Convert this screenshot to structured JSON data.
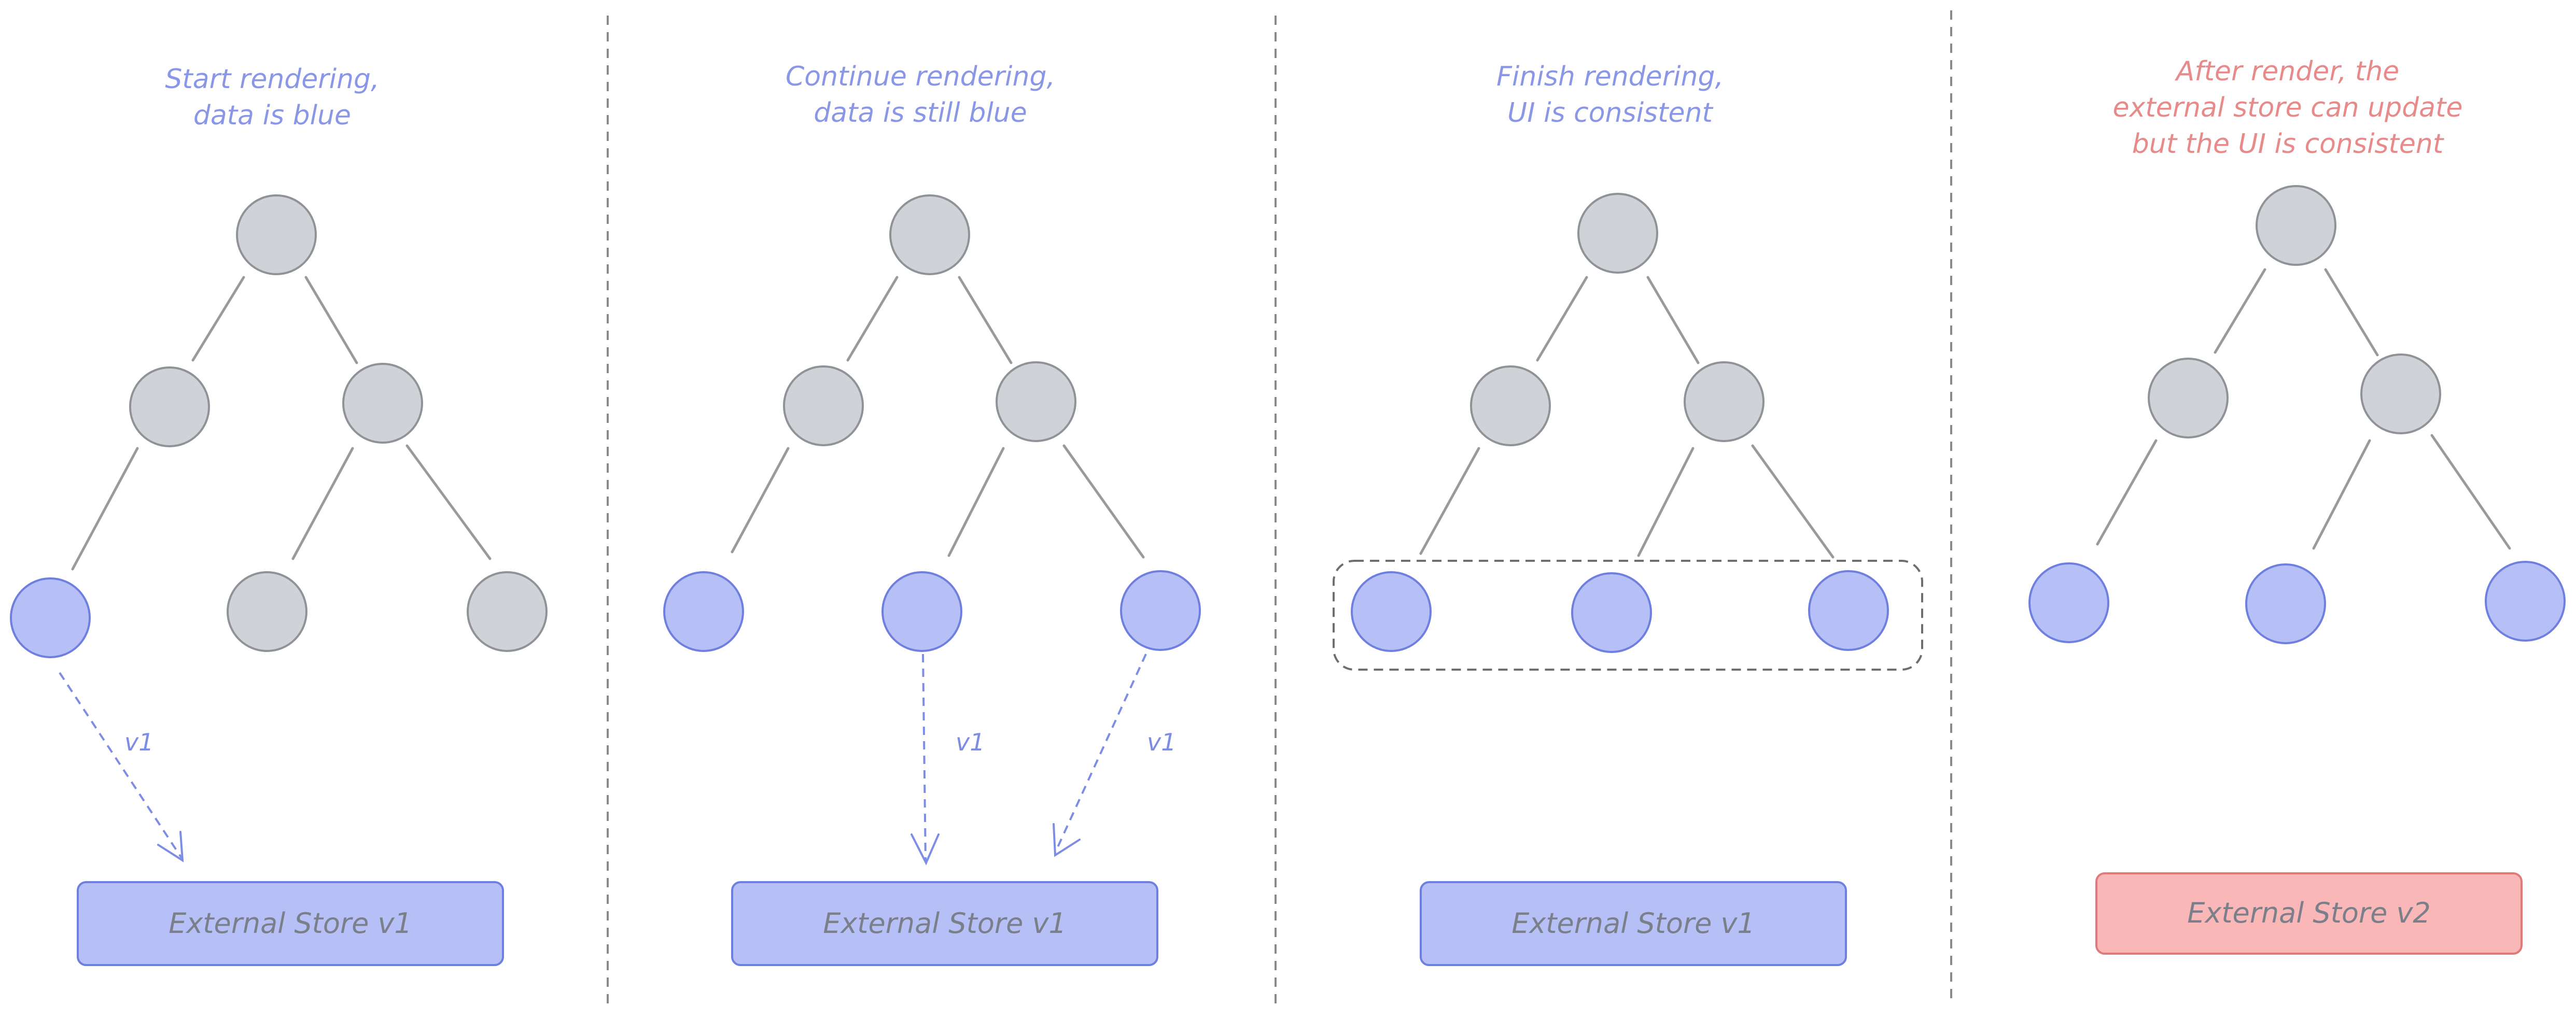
{
  "panels": [
    {
      "caption": [
        "Start rendering,",
        "data is blue"
      ],
      "caption_color": "#8a96e6",
      "leaves_blue": [
        true,
        false,
        false
      ],
      "store_label": "External Store v1",
      "store_color": "#b6c0f7",
      "reads": [
        {
          "label": "v1"
        }
      ],
      "grouped": false
    },
    {
      "caption": [
        "Continue rendering,",
        "data is still blue"
      ],
      "caption_color": "#8a96e6",
      "leaves_blue": [
        true,
        true,
        true
      ],
      "store_label": "External Store v1",
      "store_color": "#b6c0f7",
      "reads": [
        {
          "label": "v1"
        },
        {
          "label": "v1"
        }
      ],
      "grouped": false
    },
    {
      "caption": [
        "Finish rendering,",
        "UI is consistent"
      ],
      "caption_color": "#8a96e6",
      "leaves_blue": [
        true,
        true,
        true
      ],
      "store_label": "External Store v1",
      "store_color": "#b6c0f7",
      "reads": [],
      "grouped": true
    },
    {
      "caption": [
        "After render, the",
        "external store can update",
        "but the UI is consistent"
      ],
      "caption_color": "#e88a8a",
      "leaves_blue": [
        true,
        true,
        true
      ],
      "store_label": "External Store v2",
      "store_color": "#f9b7b7",
      "reads": [],
      "grouped": false
    }
  ]
}
